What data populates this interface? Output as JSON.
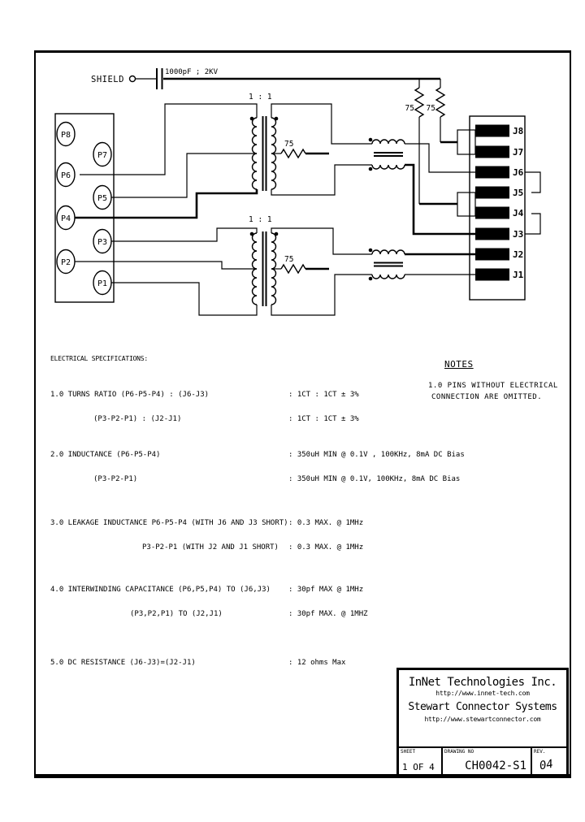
{
  "colors": {
    "ink": "#000000",
    "paper": "#ffffff"
  },
  "schematic": {
    "shield_label": "SHIELD",
    "cap_label": "1000pF ; 2KV",
    "ratio_top": "1 : 1",
    "ratio_bottom": "1 : 1",
    "resistors": {
      "series_top": "75",
      "series_bottom": "75",
      "shunt_left": "75",
      "shunt_right": "75"
    },
    "p_labels": [
      "P8",
      "P7",
      "P6",
      "P5",
      "P4",
      "P3",
      "P2",
      "P1"
    ],
    "j_labels": [
      "J8",
      "J7",
      "J6",
      "J5",
      "J4",
      "J3",
      "J2",
      "J1"
    ]
  },
  "specs": {
    "heading": "ELECTRICAL SPECIFICATIONS:",
    "rows": [
      {
        "label": "1.0 TURNS RATIO (P6-P5-P4) : (J6-J3)",
        "value": ": 1CT : 1CT ± 3%"
      },
      {
        "label": "(P3-P2-P1) : (J2-J1)",
        "value": ": 1CT : 1CT ± 3%"
      },
      {
        "label": "2.0 INDUCTANCE (P6-P5-P4)",
        "value": ": 350uH MIN @ 0.1V , 100KHz, 8mA DC Bias"
      },
      {
        "label": "(P3-P2-P1)",
        "value": ": 350uH MIN @ 0.1V, 100KHz, 8mA DC Bias"
      },
      {
        "label": "3.0 LEAKAGE INDUCTANCE P6-P5-P4 (WITH J6 AND J3 SHORT)",
        "value": ": 0.3 MAX. @ 1MHz"
      },
      {
        "label": "P3-P2-P1 (WITH J2 AND J1 SHORT)",
        "value": ": 0.3 MAX. @ 1MHz"
      },
      {
        "label": "4.0 INTERWINDING CAPACITANCE (P6,P5,P4) TO (J6,J3)",
        "value": ": 30pf MAX @ 1MHz"
      },
      {
        "label": "(P3,P2,P1) TO (J2,J1)",
        "value": ": 30pf MAX. @ 1MHZ"
      },
      {
        "label": "5.0 DC RESISTANCE (J6-J3)=(J2-J1)",
        "value": ": 12 ohms Max"
      }
    ]
  },
  "notes": {
    "heading": "NOTES",
    "line1": "1.0 PINS WITHOUT ELECTRICAL",
    "line2": "CONNECTION ARE OMITTED."
  },
  "title_block": {
    "company": "InNet Technologies Inc.",
    "company_url": "http://www.innet-tech.com",
    "division": "Stewart Connector Systems",
    "division_url": "http://www.stewartconnector.com",
    "sheet_label": "SHEET",
    "sheet_value": "1 OF 4",
    "drawing_label": "DRAWING NO",
    "drawing_value": "CH0042-S1",
    "rev_label": "REV.",
    "rev_value": "04"
  }
}
